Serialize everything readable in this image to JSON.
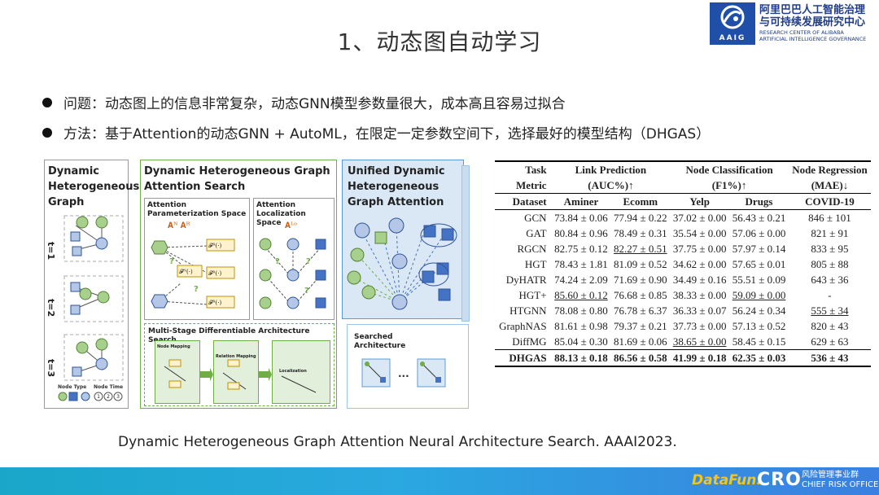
{
  "slide": {
    "title": "1、动态图自动学习",
    "bullets": [
      "问题：动态图上的信息非常复杂，动态GNN模型参数量很大，成本高且容易过拟合",
      "方法：基于Attention的动态GNN + AutoML，在限定一定参数空间下，选择最好的模型结构（DHGAS）"
    ],
    "citation": "Dynamic Heterogeneous Graph Attention Neural Architecture Search. AAAI2023."
  },
  "logo": {
    "mark_text": "AAIG",
    "cn_line1": "阿里巴巴人工智能治理",
    "cn_line2": "与可持续发展研究中心",
    "en_line1": "RESEARCH CENTER OF ALIBABA",
    "en_line2": "ARTIFICIAL INTELLIGENCE GOVERNANCE"
  },
  "figure": {
    "panel1_title": "Dynamic Heterogeneous Graph",
    "time_labels": [
      "t=1",
      "t=2",
      "t=3"
    ],
    "node_type_label": "Node Type",
    "node_time_label": "Node Time",
    "node_time_values": [
      "1",
      "2",
      "3"
    ],
    "panel2_title": "Dynamic Heterogeneous Graph Attention Search",
    "param_space_title": "Attention Parameterization Space",
    "param_space_symbols": "𝐀ᴺ    𝐀ᴿ",
    "loc_space_title": "Attention Localization Space",
    "loc_space_symbol": "𝐀ᴸᵒ",
    "fn_label": "𝓕ᴺ(·)",
    "fr_label": "𝓕ᴿ(·)",
    "q_mark": "?",
    "multistage_title": "Multi-Stage Differentiable Architecture Search",
    "node_mapping": "Node Mapping",
    "relation_mapping": "Relation Mapping",
    "localization": "Localization",
    "panel3_title": "Unified Dynamic Heterogeneous Graph Attention",
    "searched_title": "Searched Architecture",
    "ellipsis": "...",
    "a_sym": "A"
  },
  "table": {
    "header1": [
      "Task",
      "Link Prediction",
      "Node Classification",
      "Node Regression"
    ],
    "header2": [
      "Metric",
      "(AUC%)↑",
      "(F1%)↑",
      "(MAE)↓"
    ],
    "header3": [
      "Dataset",
      "Aminer",
      "Ecomm",
      "Yelp",
      "Drugs",
      "COVID-19"
    ],
    "rows": [
      {
        "name": "GCN",
        "v": [
          "73.84 ± 0.06",
          "77.94 ± 0.22",
          "37.02 ± 0.00",
          "56.43 ± 0.21",
          "846 ± 101"
        ]
      },
      {
        "name": "GAT",
        "v": [
          "80.84 ± 0.96",
          "78.49 ± 0.31",
          "35.54 ± 0.00",
          "57.06 ± 0.00",
          "821 ± 91"
        ]
      },
      {
        "name": "RGCN",
        "v": [
          "82.75 ± 0.12",
          "82.27 ± 0.51",
          "37.75 ± 0.00",
          "57.97 ± 0.14",
          "833 ± 95"
        ]
      },
      {
        "name": "HGT",
        "v": [
          "78.43 ± 1.81",
          "81.09 ± 0.52",
          "34.62 ± 0.00",
          "57.65 ± 0.01",
          "805 ± 88"
        ]
      },
      {
        "name": "DyHATR",
        "v": [
          "74.24 ± 2.09",
          "71.69 ± 0.90",
          "34.49 ± 0.16",
          "55.51 ± 0.09",
          "643 ± 36"
        ]
      },
      {
        "name": "HGT+",
        "v": [
          "85.60 ± 0.12",
          "76.68 ± 0.85",
          "38.33 ± 0.00",
          "59.09 ± 0.00",
          "-"
        ]
      },
      {
        "name": "HTGNN",
        "v": [
          "78.08 ± 0.80",
          "76.78 ± 6.37",
          "36.33 ± 0.07",
          "56.24 ± 0.34",
          "555 ± 34"
        ]
      },
      {
        "name": "GraphNAS",
        "v": [
          "81.61 ± 0.98",
          "79.37 ± 0.21",
          "37.73 ± 0.00",
          "57.13 ± 0.52",
          "820 ± 43"
        ]
      },
      {
        "name": "DiffMG",
        "v": [
          "85.04 ± 0.30",
          "81.69 ± 0.06",
          "38.65 ± 0.00",
          "58.45 ± 0.15",
          "629 ± 63"
        ]
      },
      {
        "name": "DHGAS",
        "v": [
          "88.13 ± 0.18",
          "86.56 ± 0.58",
          "41.99 ± 0.18",
          "62.35 ± 0.03",
          "536 ± 43"
        ]
      }
    ]
  },
  "footer": {
    "datafun": "DataFun.",
    "cro": "CRO",
    "cro_cn": "风险管理事业群",
    "cro_en": "CHIEF RISK OFFICER"
  }
}
